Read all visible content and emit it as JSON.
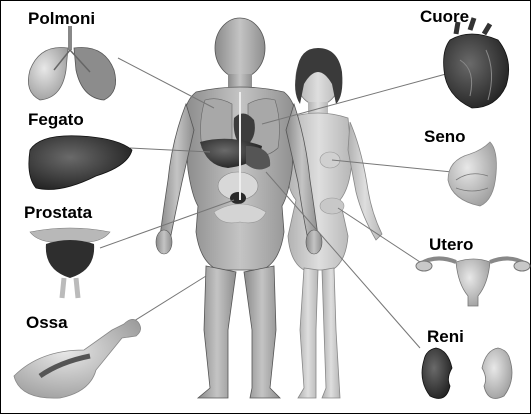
{
  "labels": {
    "polmoni": "Polmoni",
    "fegato": "Fegato",
    "prostata": "Prostata",
    "ossa": "Ossa",
    "cuore": "Cuore",
    "seno": "Seno",
    "utero": "Utero",
    "reni": "Reni"
  }
}
